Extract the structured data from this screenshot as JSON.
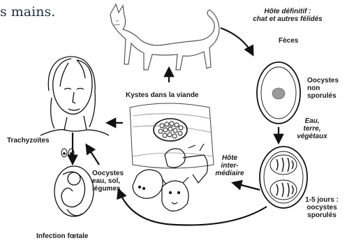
{
  "header_fragment": "s mains.",
  "labels": {
    "definitive_host_line1": "Hôte définitif :",
    "definitive_host_line2": "chat et autres félidés",
    "feces": "Fèces",
    "oocysts_unsporulated_line1": "Oocystes",
    "oocysts_unsporulated_line2": "non",
    "oocysts_unsporulated_line3": "sporulés",
    "environment_line1": "Eau,",
    "environment_line2": "terre,",
    "environment_line3": "végétaux",
    "sporulation_line1": "1-5 jours :",
    "sporulation_line2": "oocystes",
    "sporulation_line3": "sporulés",
    "cysts_in_meat": "Kystes dans la viande",
    "intermediate_host_line1": "Hôte",
    "intermediate_host_line2": "inter-",
    "intermediate_host_line3": "médiaire",
    "tachyzoites": "Trachyzoïtes",
    "oocysts_sources_line1": "Oocystes",
    "oocysts_sources_line2": "eau, sol,",
    "oocysts_sources_line3": "légumes",
    "fetal_infection": "Infection fœtale"
  },
  "icons": [
    "cat-illustration",
    "woman-illustration",
    "fetus-illustration",
    "tissue-cyst-illustration",
    "livestock-illustration",
    "unsporulated-oocyst-illustration",
    "sporulated-oocyst-illustration",
    "tachyzoites-illustration"
  ]
}
